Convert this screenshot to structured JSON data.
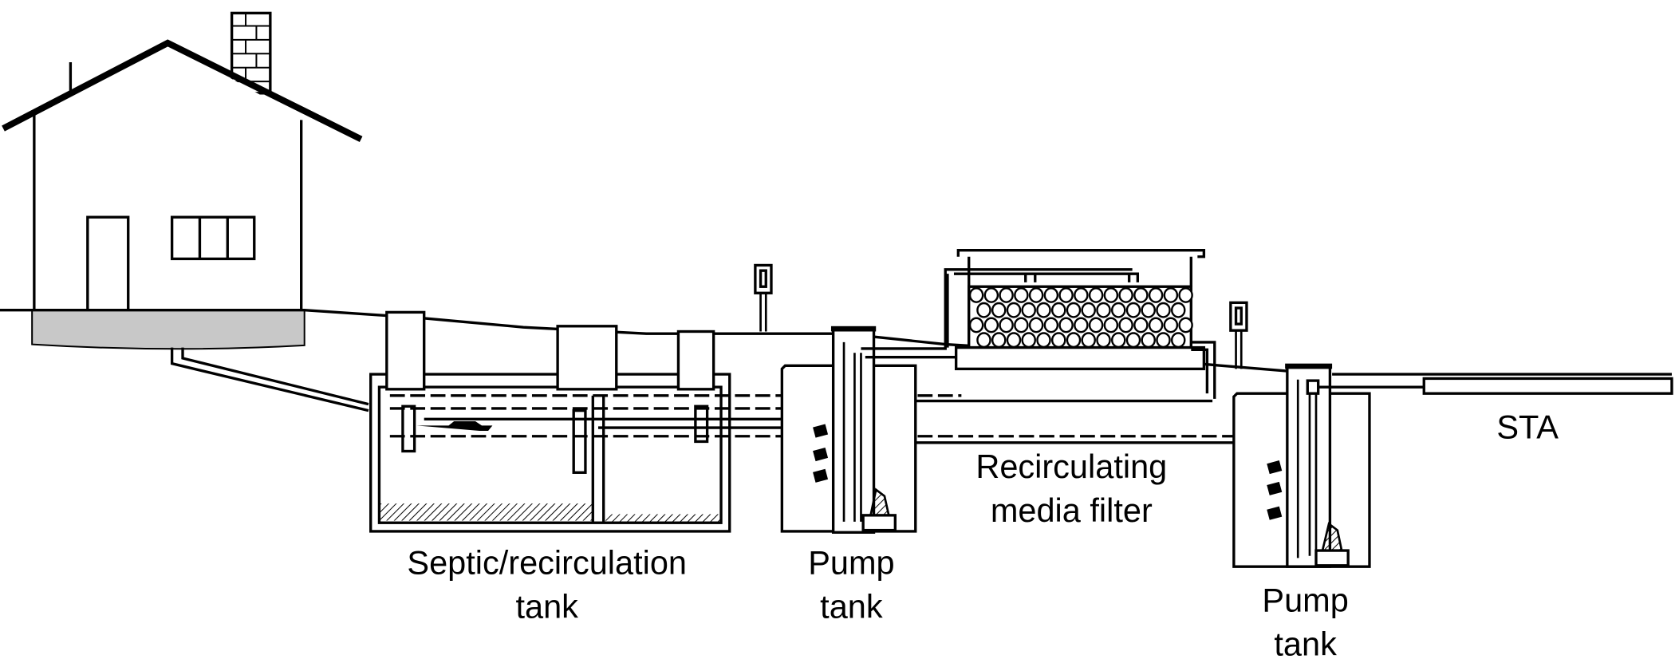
{
  "labels": {
    "septic_tank": [
      "Septic/recirculation",
      "tank"
    ],
    "pump_tank_1": [
      "Pump",
      "tank"
    ],
    "media_filter": [
      "Recirculating",
      "media filter"
    ],
    "pump_tank_2": [
      "Pump",
      "tank"
    ],
    "sta": "STA"
  },
  "colors": {
    "line": "#000000",
    "foundation": "#c8c8c8",
    "background": "#ffffff"
  }
}
